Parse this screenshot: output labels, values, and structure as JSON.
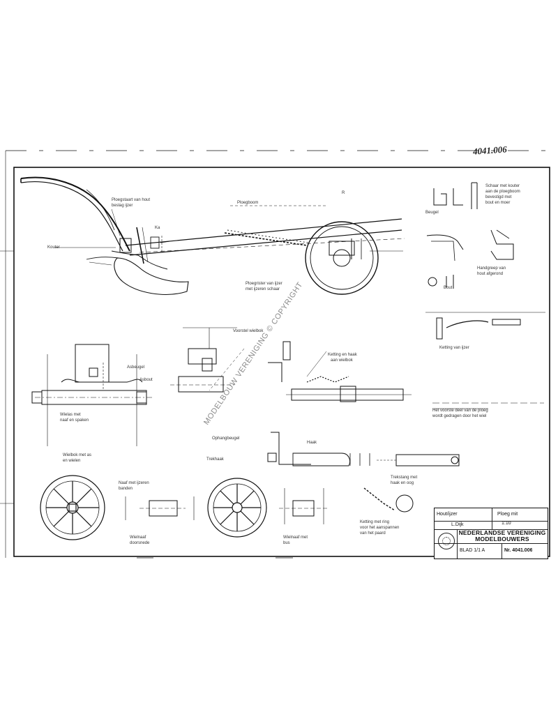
{
  "handwritten_number": "4041.006",
  "title_block": {
    "model_name": "Ploeg mit",
    "scale": "1:10",
    "material": "Hout/ijzer",
    "drawn_by": "L.Dijk",
    "organization_line1": "NEDERLANDSE VERENIGING",
    "organization_line2": "MODELBOUWERS",
    "sheet_label": "BLAD 1/1 A",
    "drawing_number": "Nr. 4041.006"
  },
  "watermark": "MODELBOUW VERENIGING © COPYRIGHT"
}
